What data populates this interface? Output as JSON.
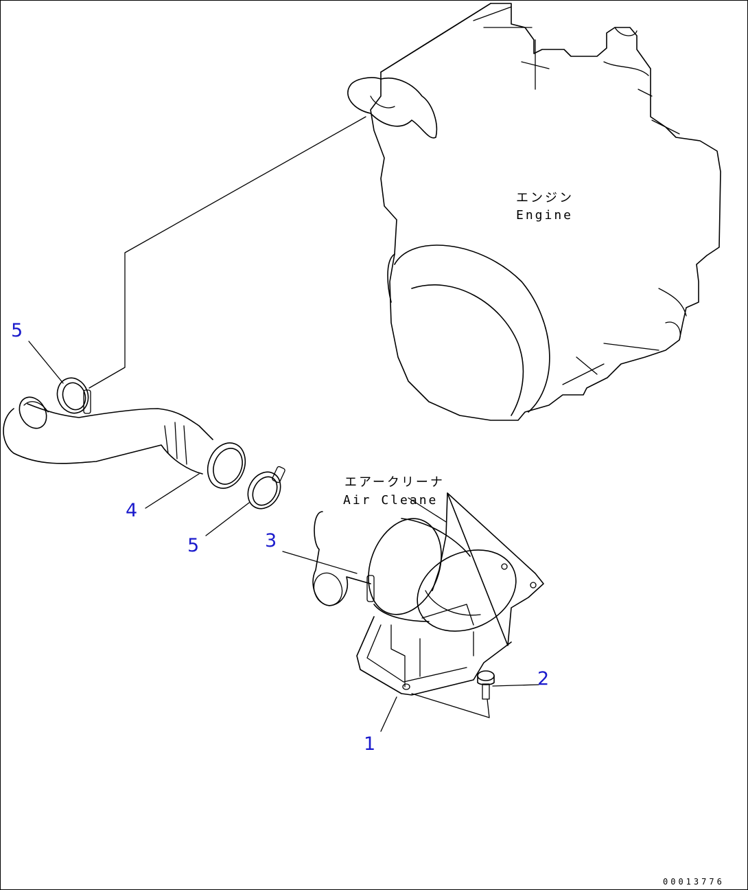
{
  "labels": {
    "engine_jp": "エンジン",
    "engine_en": "Engine",
    "air_cleaner_jp": "エアークリーナ",
    "air_cleaner_en": "Air Cleane"
  },
  "callouts": [
    "5",
    "4",
    "5",
    "3",
    "2",
    "1"
  ],
  "drawing_code": "00013776",
  "colors": {
    "callout": "#1a1acc",
    "line": "#000000"
  }
}
